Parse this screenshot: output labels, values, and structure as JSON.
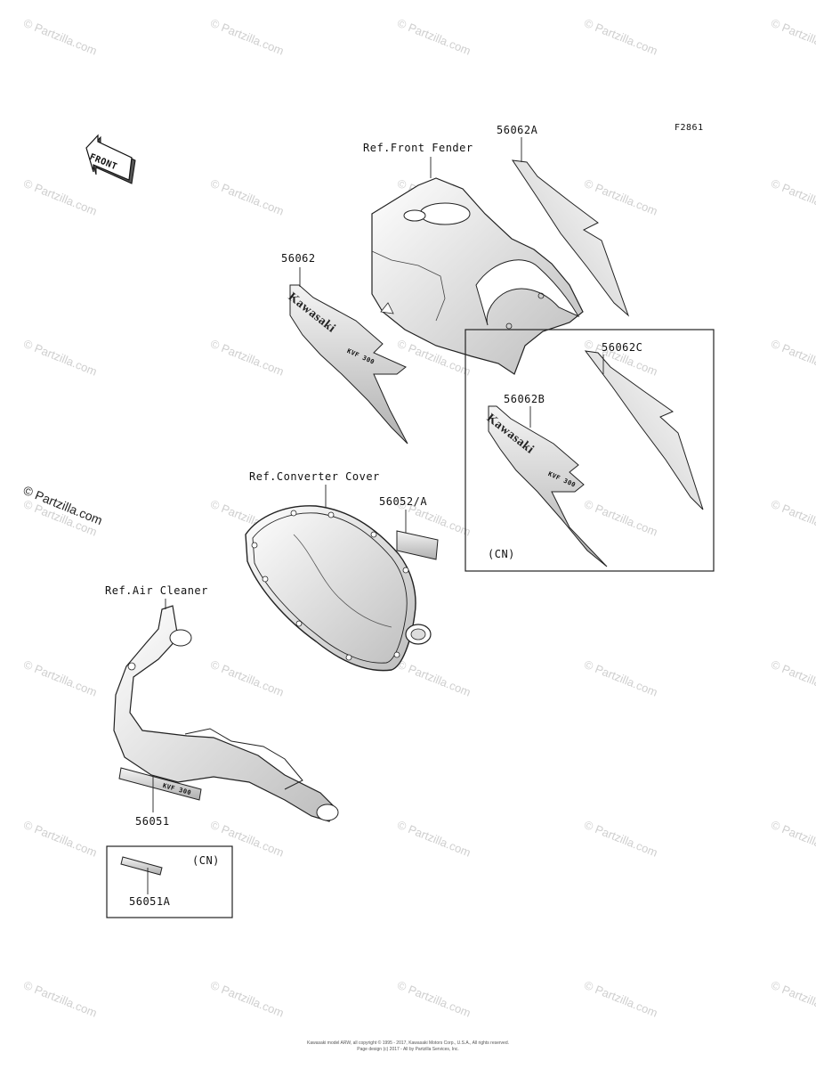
{
  "figure_code": "F2861",
  "front_label": "FRONT",
  "labels": {
    "ref_front_fender": "Ref.Front Fender",
    "ref_converter_cover": "Ref.Converter Cover",
    "ref_air_cleaner": "Ref.Air Cleaner",
    "p56062A": "56062A",
    "p56062": "56062",
    "p56062C": "56062C",
    "p56062B": "56062B",
    "p56052A": "56052/A",
    "p56051": "56051",
    "p56051A": "56051A",
    "cn_right": "(CN)",
    "cn_left": "(CN)"
  },
  "decal_text": {
    "brand": "Kawasaki",
    "model": "KVF 300"
  },
  "watermark": "© Partzilla.com",
  "footer": {
    "line1": "Kawasaki model ARW, all copyright © 1995 - 2017, Kawasaki Motors Corp., U.S.A., All rights reserved.",
    "line2": "Page design (c) 2017 - All by Partzilla Services, Inc."
  }
}
